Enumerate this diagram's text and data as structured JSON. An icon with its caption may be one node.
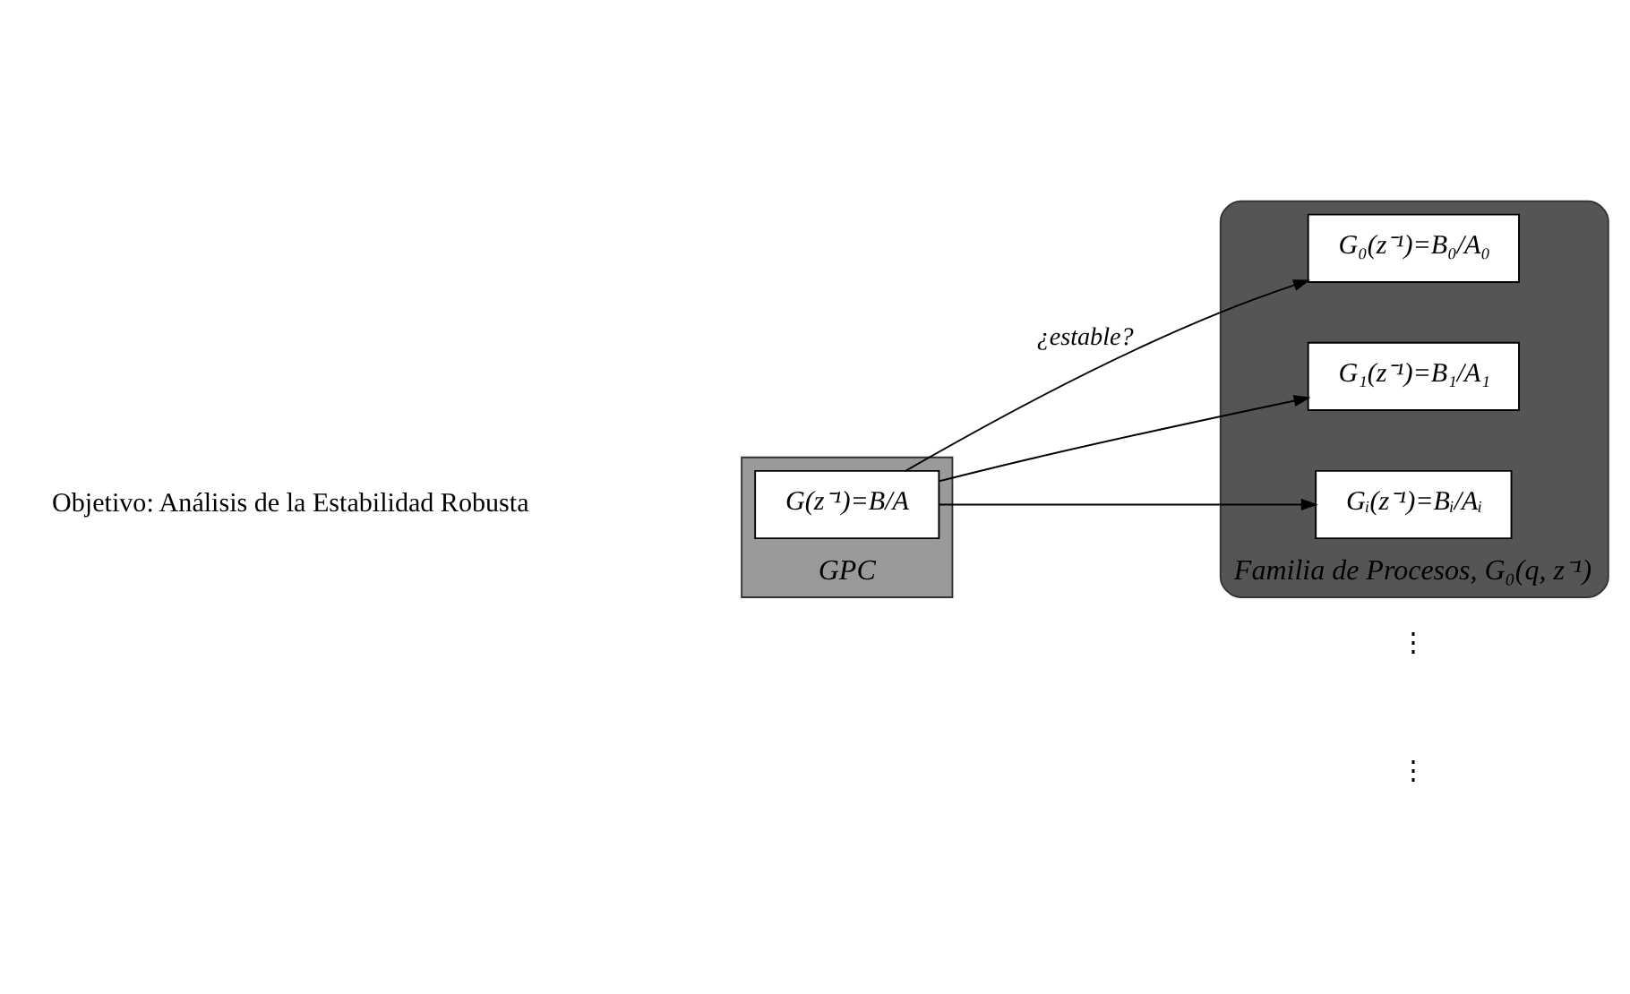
{
  "diagram": {
    "nodes": [
      {
        "text": [],
        "shape": "box",
        "beside": [
          "GPC"
        ]
      },
      {
        "text": [
          "G(z⁻¹)=B/A"
        ],
        "in": 0
      },
      {
        "text": [
          "Familia de Procesos, G₀(q, z⁻¹)"
        ]
      },
      {
        "text": [
          "G₀(z⁻¹)=B₀/A₀"
        ],
        "in": 2
      },
      {
        "text": [
          "G₁(z⁻¹)=B₁/A₁"
        ],
        "in": 2
      },
      {
        "text": [
          "Gᵢ(z⁻¹)=Bᵢ/Aᵢ"
        ],
        "in": 2
      }
    ],
    "edges": [
      {
        "from": 1,
        "to": 3,
        "arrow": "to",
        "label": "¿estable?"
      },
      {
        "from": 1,
        "to": 4,
        "arrow": "to"
      },
      {
        "from": 1,
        "to": 5,
        "arrow": "to"
      }
    ],
    "labels": [
      "Objetivo: Análisis de la Estabilidad Robusta",
      "⋮",
      "⋮"
    ]
  }
}
